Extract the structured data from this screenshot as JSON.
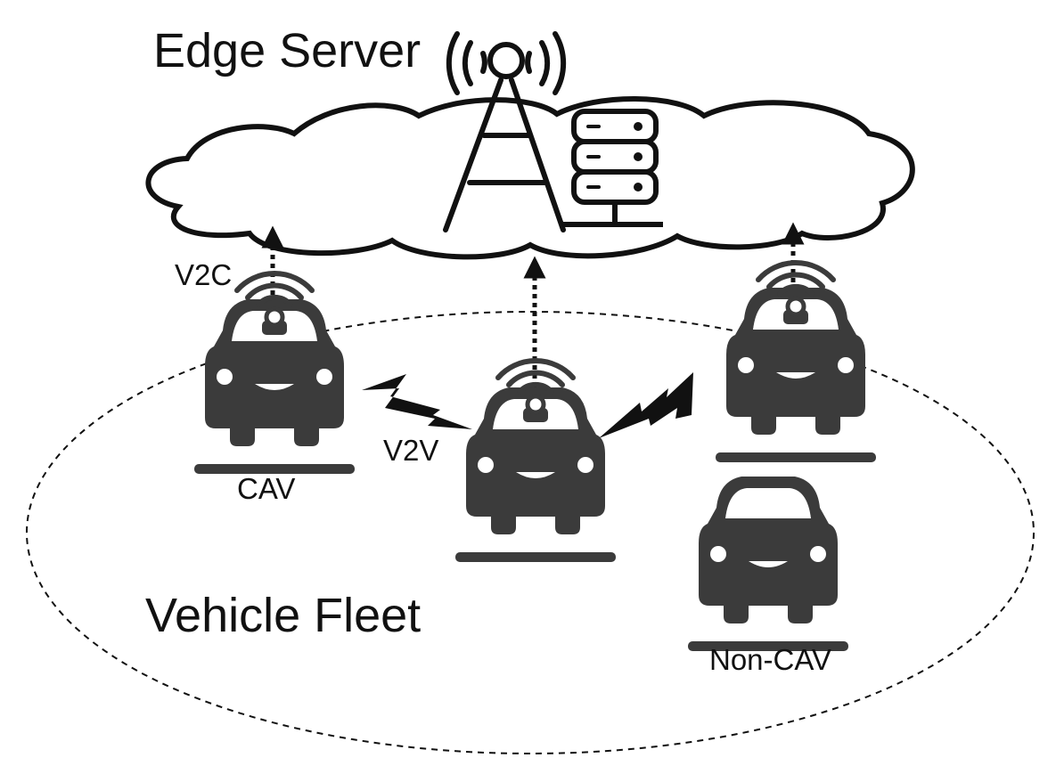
{
  "labels": {
    "edge_server": "Edge Server",
    "vehicle_fleet": "Vehicle Fleet",
    "v2c": "V2C",
    "v2v": "V2V",
    "cav": "CAV",
    "non_cav": "Non-CAV"
  },
  "icons": {
    "tower": "radio-tower-icon",
    "server": "server-rack-icon",
    "car": "car-icon",
    "signal": "wireless-signal-icon",
    "lightning": "lightning-bolt-icon"
  },
  "colors": {
    "ink": "#111111",
    "car": "#3b3b3b",
    "background": "#ffffff"
  }
}
